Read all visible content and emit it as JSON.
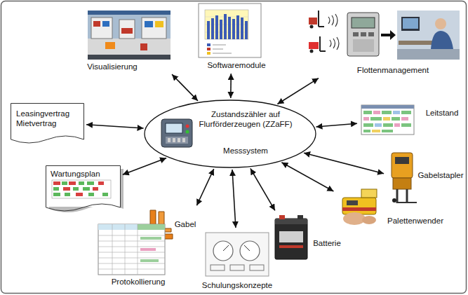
{
  "diagram": {
    "nodes": [
      {
        "text": [
          "Softwaremodule"
        ]
      },
      {
        "text": [
          "Visualisierung"
        ]
      },
      {
        "text": [
          "Flottenmanagement"
        ]
      },
      {
        "text": [
          "Leasingvertrag Mietvertrag"
        ]
      },
      {
        "text": [
          "Zustandszähler auf Flurförderzeugen (ZZaFF)",
          "Messsystem"
        ]
      },
      {
        "text": [
          "Leitstand"
        ]
      },
      {
        "text": [
          "Wartungsplan"
        ]
      },
      {
        "text": [
          "Gabelstapler"
        ]
      },
      {
        "text": [
          "Palettenwender"
        ]
      },
      {
        "text": [
          "Batterie"
        ]
      },
      {
        "text": [
          "Gabel"
        ]
      },
      {
        "text": [
          "Protokollierung"
        ]
      },
      {
        "text": [
          "Schulungskonzepte"
        ]
      }
    ],
    "edges": [
      {
        "from": 4,
        "to": 0,
        "arrow": "both"
      },
      {
        "from": 4,
        "to": 1,
        "arrow": "both"
      },
      {
        "from": 4,
        "to": 2,
        "arrow": "both"
      },
      {
        "from": 4,
        "to": 3,
        "arrow": "both"
      },
      {
        "from": 4,
        "to": 5,
        "arrow": "both"
      },
      {
        "from": 4,
        "to": 6,
        "arrow": "both"
      },
      {
        "from": 4,
        "to": 7,
        "arrow": "both"
      },
      {
        "from": 4,
        "to": 8,
        "arrow": "both"
      },
      {
        "from": 4,
        "to": 9,
        "arrow": "both"
      },
      {
        "from": 4,
        "to": 10,
        "arrow": "both"
      },
      {
        "from": 4,
        "to": 12,
        "arrow": "both"
      }
    ]
  }
}
